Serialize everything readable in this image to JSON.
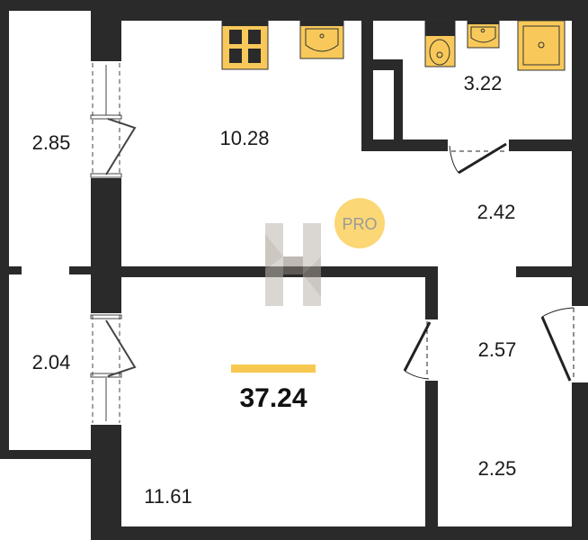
{
  "plan": {
    "total_area": "37.24",
    "rooms": {
      "balcony_top": "2.85",
      "kitchen": "10.28",
      "bathroom": "3.22",
      "hall": "2.42",
      "balcony_bottom": "2.04",
      "bedroom": "11.61",
      "corridor": "2.57",
      "entry": "2.25"
    },
    "badge": "PRO"
  },
  "colors": {
    "wall": "#2a2a2a",
    "fixture": "#f8c95a",
    "accent_bar": "#f7c850",
    "badge": "#fbd775"
  }
}
